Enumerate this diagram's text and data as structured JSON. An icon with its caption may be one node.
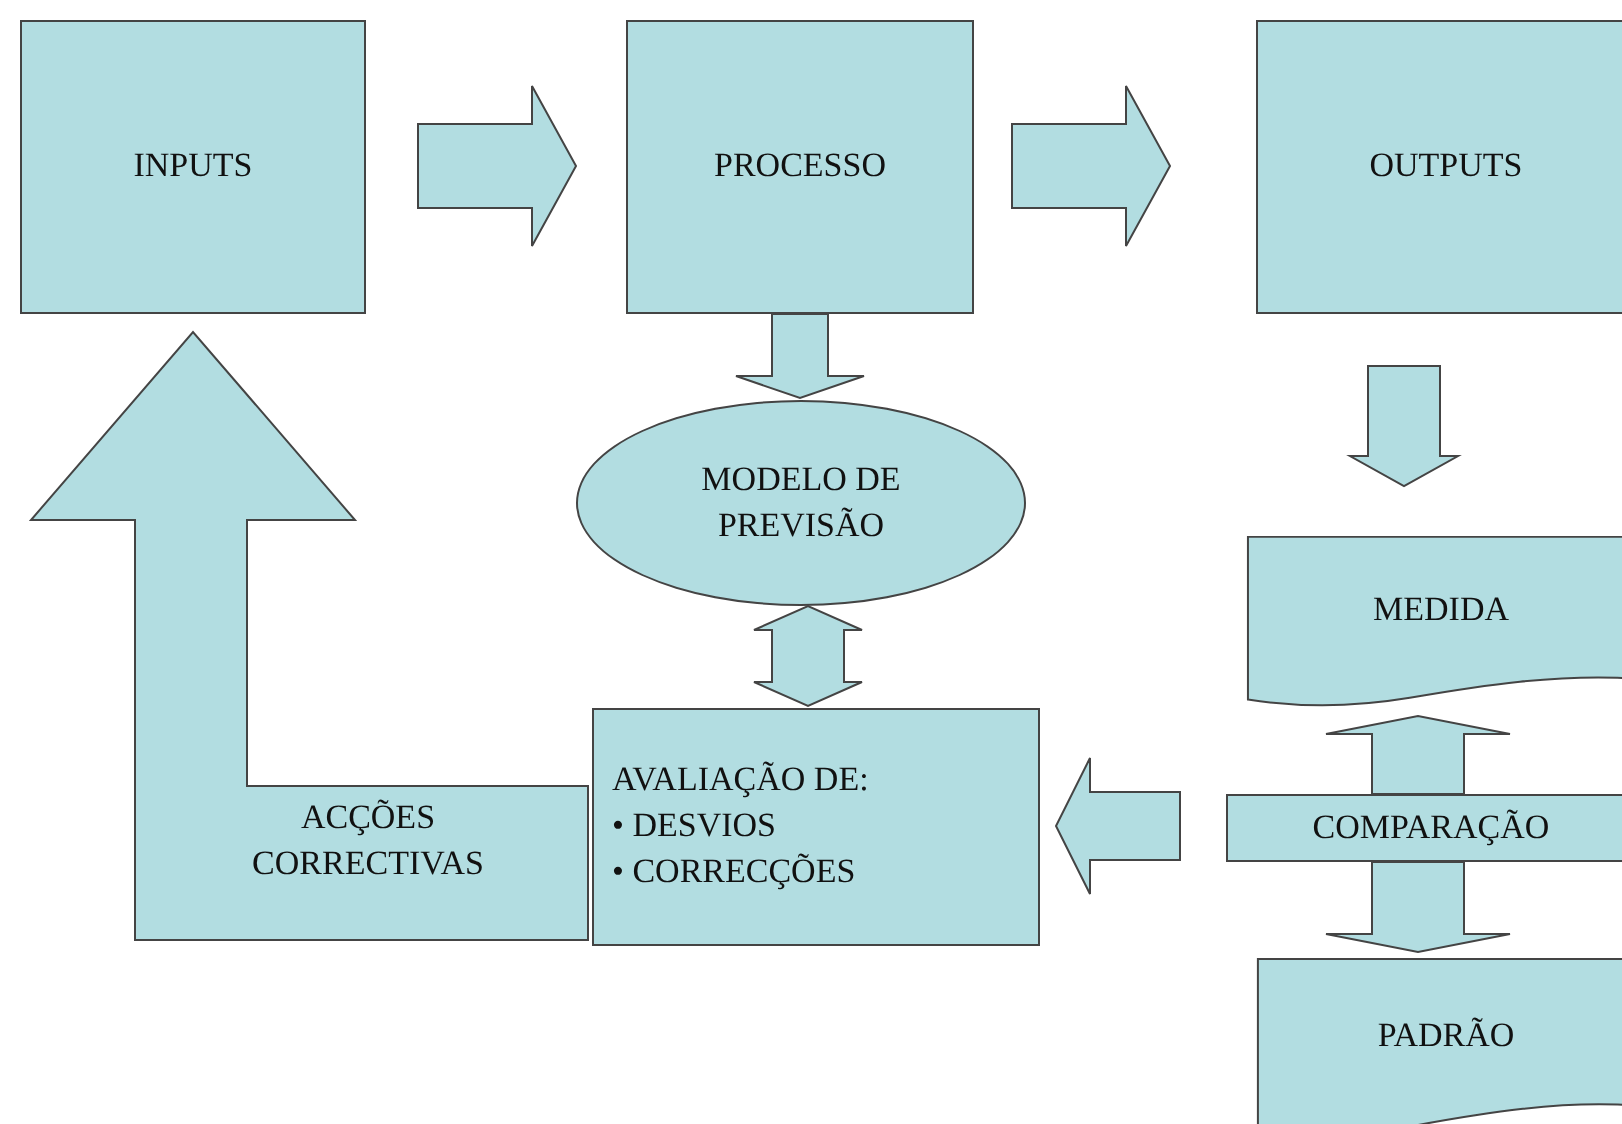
{
  "diagram": {
    "nodes": [
      {
        "text": [
          "INPUTS"
        ]
      },
      {
        "text": [
          "PROCESSO"
        ]
      },
      {
        "text": [
          "OUTPUTS"
        ]
      },
      {
        "text": [
          "MODELO DE PREVISÃO"
        ]
      },
      {
        "text": [
          "MEDIDA"
        ]
      },
      {
        "text": [
          "AVALIAÇÃO DE:",
          "• DESVIOS",
          "• CORRECÇÕES"
        ]
      },
      {
        "text": [
          "COMPARAÇÃO"
        ]
      },
      {
        "text": [
          "PADRÃO"
        ]
      }
    ],
    "edges": [
      {
        "from": 0,
        "to": 1,
        "arrow": "to"
      },
      {
        "from": 1,
        "to": 2,
        "arrow": "to"
      },
      {
        "from": 1,
        "to": 3,
        "arrow": "to"
      },
      {
        "from": 2,
        "to": 4,
        "arrow": "to"
      },
      {
        "from": 3,
        "to": 5,
        "arrow": "both"
      },
      {
        "from": 6,
        "to": 5,
        "arrow": "to"
      },
      {
        "from": 6,
        "to": 4,
        "arrow": "to"
      },
      {
        "from": 6,
        "to": 7,
        "arrow": "to"
      },
      {
        "from": 5,
        "to": 0,
        "arrow": "to",
        "label": "ACÇÕES CORRECTIVAS"
      }
    ]
  }
}
